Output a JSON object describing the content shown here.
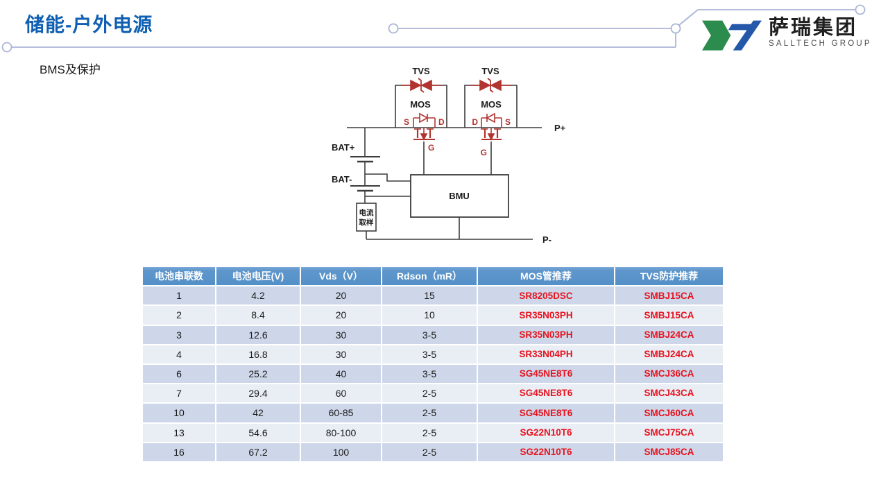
{
  "slide": {
    "title": "储能-户外电源",
    "subtitle": "BMS及保护"
  },
  "logo": {
    "name_cn": "萨瑞集团",
    "name_en": "SALLTECH GROUP",
    "mark_green": "#2c8c4e",
    "mark_blue": "#2458a8"
  },
  "diagram": {
    "labels": {
      "tvs1": "TVS",
      "tvs2": "TVS",
      "mos1": "MOS",
      "mos2": "MOS",
      "s1": "S",
      "d1": "D",
      "g1": "G",
      "d2": "D",
      "s2": "S",
      "g2": "G",
      "bat_plus": "BAT+",
      "bat_minus": "BAT-",
      "bmu": "BMU",
      "current_sample_line1": "电流",
      "current_sample_line2": "取样",
      "p_plus": "P+",
      "p_minus": "P-"
    },
    "colors": {
      "wire": "#3c3c3c",
      "symbol_red": "#b23430"
    }
  },
  "table": {
    "headers": [
      "电池串联数",
      "电池电压(V)",
      "Vds（V）",
      "Rdson（mR）",
      "MOS管推荐",
      "TVS防护推荐"
    ],
    "rows": [
      [
        "1",
        "4.2",
        "20",
        "15",
        "SR8205DSC",
        "SMBJ15CA"
      ],
      [
        "2",
        "8.4",
        "20",
        "10",
        "SR35N03PH",
        "SMBJ15CA"
      ],
      [
        "3",
        "12.6",
        "30",
        "3-5",
        "SR35N03PH",
        "SMBJ24CA"
      ],
      [
        "4",
        "16.8",
        "30",
        "3-5",
        "SR33N04PH",
        "SMBJ24CA"
      ],
      [
        "6",
        "25.2",
        "40",
        "3-5",
        "SG45NE8T6",
        "SMCJ36CA"
      ],
      [
        "7",
        "29.4",
        "60",
        "2-5",
        "SG45NE8T6",
        "SMCJ43CA"
      ],
      [
        "10",
        "42",
        "60-85",
        "2-5",
        "SG45NE8T6",
        "SMCJ60CA"
      ],
      [
        "13",
        "54.6",
        "80-100",
        "2-5",
        "SG22N10T6",
        "SMCJ75CA"
      ],
      [
        "16",
        "67.2",
        "100",
        "2-5",
        "SG22N10T6",
        "SMCJ85CA"
      ]
    ],
    "colors": {
      "header_blue": "#5390c7",
      "row_dark": "#cdd7e9",
      "row_light": "#e9edf4",
      "part_red": "#e8121e"
    }
  },
  "theme": {
    "title_blue": "#0f5fb2",
    "deco_line": "#a9b5d5",
    "background": "#ffffff"
  }
}
